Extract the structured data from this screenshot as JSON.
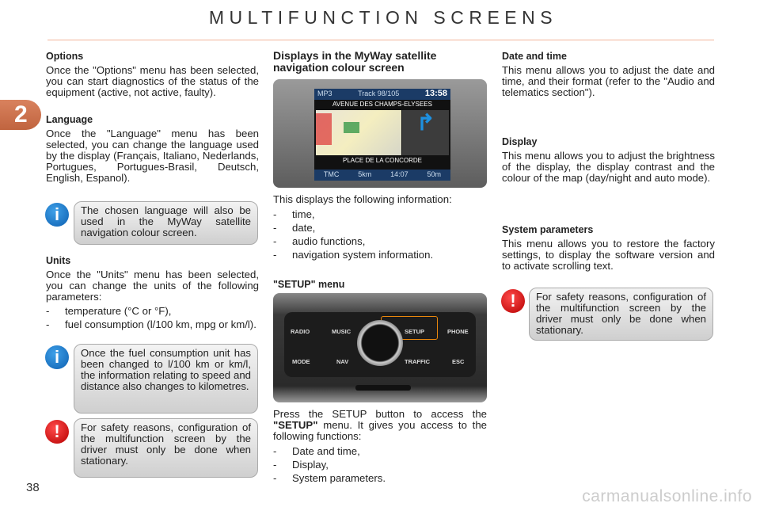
{
  "header": {
    "title": "MULTIFUNCTION SCREENS",
    "chapter": "2",
    "page": "38"
  },
  "left": {
    "options": {
      "heading": "Options",
      "text": "Once the \"Options\" menu has been selected, you can start diagnostics of the status of the equipment (active, not active, faulty)."
    },
    "language": {
      "heading": "Language",
      "text": "Once the \"Language\" menu has been selected, you can change the language used by the display (Français, Italiano, Nederlands, Portugues, Portugues-Brasil, Deutsch, English, Espanol)."
    },
    "info1": "The chosen language will also be used in the MyWay satellite navigation colour screen.",
    "units": {
      "heading": "Units",
      "text": "Once the \"Units\" menu has been selected, you can change the units of the following parameters:",
      "items": [
        "temperature (°C or °F),",
        "fuel consumption (l/100 km, mpg or km/l)."
      ]
    },
    "info2": "Once the fuel consumption unit has been changed to l/100 km or km/l, the information relating to speed and distance also changes to kilometres.",
    "warn1": "For safety reasons, configuration of the multifunction screen by the driver must only be done when stationary."
  },
  "middle": {
    "heading": "Displays in the MyWay satellite navigation colour screen",
    "screen": {
      "source": "MP3",
      "track": "Track 98/105",
      "time": "13:58",
      "street": "AVENUE DES CHAMPS-ELYSEES",
      "next_street": "PLACE DE LA CONCORDE",
      "tmc": "TMC",
      "distance": "5km",
      "eta": "14:07",
      "turn": "50m"
    },
    "intro": "This displays the following information:",
    "items": [
      "time,",
      "date,",
      "audio functions,",
      "navigation system information."
    ],
    "setup_heading": "\"SETUP\" menu",
    "buttons": [
      "RADIO",
      "MUSIC",
      "SETUP",
      "PHONE",
      "MODE",
      "NAV",
      "TRAFFIC",
      "ESC"
    ],
    "setup_text_a": "Press the SETUP button to access the ",
    "setup_text_b": "\"SETUP\"",
    "setup_text_c": " menu. It gives you access to the following functions:",
    "setup_items": [
      "Date and time,",
      "Display,",
      "System parameters."
    ]
  },
  "right": {
    "date": {
      "heading": "Date and time",
      "text": "This menu allows you to adjust the date and time, and their format (refer to the \"Audio and telematics section\")."
    },
    "display": {
      "heading": "Display",
      "text": "This menu allows you to adjust the brightness of the display, the display contrast and the colour of the map (day/night and auto mode)."
    },
    "system": {
      "heading": "System parameters",
      "text": "This menu allows you to restore the factory settings, to display the software version and to activate scrolling text."
    },
    "warn": "For safety reasons, configuration of the multifunction screen by the driver must only be done when stationary."
  },
  "footer": {
    "watermark": "carmanualsonline.info"
  },
  "colors": {
    "accent": "#c96b45",
    "rule": "#f2b49a",
    "info": "#1a74c8",
    "warn": "#d10000",
    "highlight": "#e8860c"
  }
}
